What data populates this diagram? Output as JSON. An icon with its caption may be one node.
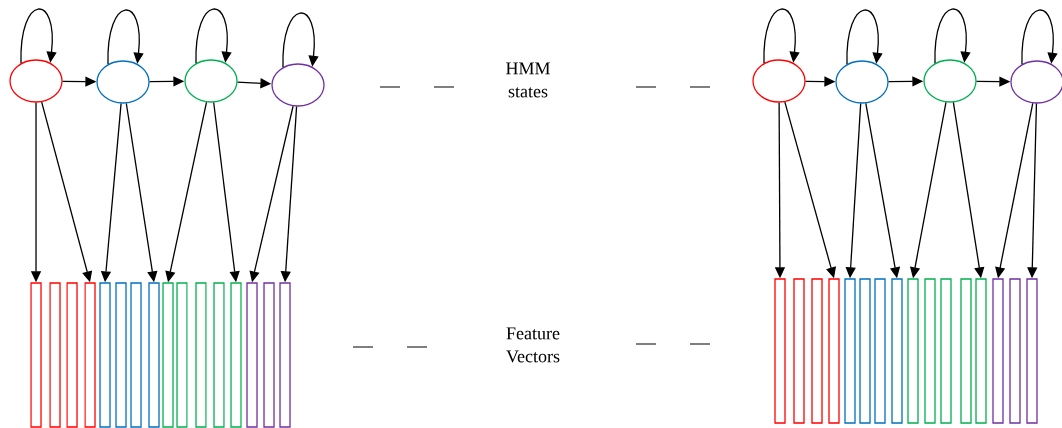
{
  "diagram": {
    "nodes": [
      {
        "text": [],
        "shape": "circle"
      },
      {
        "text": [],
        "shape": "circle"
      },
      {
        "text": [],
        "shape": "circle"
      },
      {
        "text": [],
        "shape": "circle"
      },
      {
        "text": [],
        "shape": "bar"
      },
      {
        "text": [],
        "shape": "bar"
      },
      {
        "text": [],
        "shape": "bar"
      },
      {
        "text": [],
        "shape": "bar"
      },
      {
        "text": [],
        "shape": "bar"
      },
      {
        "text": [],
        "shape": "bar"
      },
      {
        "text": [],
        "shape": "bar"
      },
      {
        "text": [],
        "shape": "bar"
      },
      {
        "text": [],
        "shape": "bar"
      },
      {
        "text": [],
        "shape": "bar"
      },
      {
        "text": [],
        "shape": "bar"
      },
      {
        "text": [],
        "shape": "bar"
      },
      {
        "text": [],
        "shape": "bar"
      },
      {
        "text": [],
        "shape": "bar"
      },
      {
        "text": [],
        "shape": "bar"
      },
      {
        "text": [],
        "shape": "bar"
      },
      {
        "text": [],
        "shape": "circle"
      },
      {
        "text": [],
        "shape": "circle"
      },
      {
        "text": [],
        "shape": "circle"
      },
      {
        "text": [],
        "shape": "circle"
      },
      {
        "text": [],
        "shape": "bar"
      },
      {
        "text": [],
        "shape": "bar"
      },
      {
        "text": [],
        "shape": "bar"
      },
      {
        "text": [],
        "shape": "bar"
      },
      {
        "text": [],
        "shape": "bar"
      },
      {
        "text": [],
        "shape": "bar"
      },
      {
        "text": [],
        "shape": "bar"
      },
      {
        "text": [],
        "shape": "bar"
      },
      {
        "text": [],
        "shape": "bar"
      },
      {
        "text": [],
        "shape": "bar"
      },
      {
        "text": [],
        "shape": "bar"
      },
      {
        "text": [],
        "shape": "bar"
      },
      {
        "text": [],
        "shape": "bar"
      },
      {
        "text": [],
        "shape": "bar"
      },
      {
        "text": [],
        "shape": "bar"
      },
      {
        "text": [],
        "shape": "bar"
      }
    ],
    "edges": [
      {
        "from": 0,
        "to": 0,
        "arrow": "to"
      },
      {
        "from": 1,
        "to": 1,
        "arrow": "to"
      },
      {
        "from": 2,
        "to": 2,
        "arrow": "to"
      },
      {
        "from": 3,
        "to": 3,
        "arrow": "to"
      },
      {
        "from": 0,
        "to": 1,
        "arrow": "to"
      },
      {
        "from": 1,
        "to": 2,
        "arrow": "to"
      },
      {
        "from": 2,
        "to": 3,
        "arrow": "to"
      },
      {
        "from": 0,
        "to": 4,
        "arrow": "to"
      },
      {
        "from": 0,
        "to": 7,
        "arrow": "to"
      },
      {
        "from": 1,
        "to": 8,
        "arrow": "to"
      },
      {
        "from": 1,
        "to": 11,
        "arrow": "to"
      },
      {
        "from": 2,
        "to": 12,
        "arrow": "to"
      },
      {
        "from": 2,
        "to": 16,
        "arrow": "to"
      },
      {
        "from": 3,
        "to": 17,
        "arrow": "to"
      },
      {
        "from": 3,
        "to": 19,
        "arrow": "to"
      },
      {
        "from": 20,
        "to": 20,
        "arrow": "to"
      },
      {
        "from": 21,
        "to": 21,
        "arrow": "to"
      },
      {
        "from": 22,
        "to": 22,
        "arrow": "to"
      },
      {
        "from": 23,
        "to": 23,
        "arrow": "to"
      },
      {
        "from": 20,
        "to": 21,
        "arrow": "to"
      },
      {
        "from": 21,
        "to": 22,
        "arrow": "to"
      },
      {
        "from": 22,
        "to": 23,
        "arrow": "to"
      },
      {
        "from": 20,
        "to": 24,
        "arrow": "to"
      },
      {
        "from": 20,
        "to": 27,
        "arrow": "to"
      },
      {
        "from": 21,
        "to": 28,
        "arrow": "to"
      },
      {
        "from": 21,
        "to": 31,
        "arrow": "to"
      },
      {
        "from": 22,
        "to": 32,
        "arrow": "to"
      },
      {
        "from": 22,
        "to": 36,
        "arrow": "to"
      },
      {
        "from": 23,
        "to": 37,
        "arrow": "to"
      },
      {
        "from": 23,
        "to": 39,
        "arrow": "to"
      }
    ],
    "labels": [
      "HMM states",
      "Feature Vectors"
    ]
  }
}
